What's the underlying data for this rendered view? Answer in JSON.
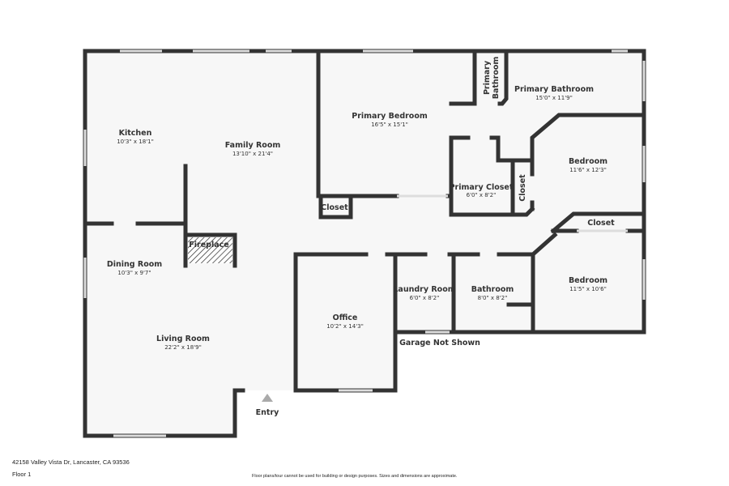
{
  "rooms": {
    "kitchen": {
      "name": "Kitchen",
      "dim": "10'3\" x 18'1\""
    },
    "family": {
      "name": "Family Room",
      "dim": "13'10\" x 21'4\""
    },
    "primary_bedroom": {
      "name": "Primary Bedroom",
      "dim": "16'5\" x 15'1\""
    },
    "primary_bath_small": {
      "line1": "Primary",
      "line2": "Bathroom"
    },
    "primary_bath": {
      "name": "Primary Bathroom",
      "dim": "15'0\" x 11'9\""
    },
    "bedroom1": {
      "name": "Bedroom",
      "dim": "11'6\" x 12'3\""
    },
    "primary_closet": {
      "name": "Primary Closet",
      "dim": "6'0\" x 8'2\""
    },
    "closet_small": {
      "name": "Closet"
    },
    "closet_vertical": {
      "name": "Closet"
    },
    "closet_right": {
      "name": "Closet"
    },
    "fireplace": {
      "name": "Fireplace"
    },
    "dining": {
      "name": "Dining Room",
      "dim": "10'3\" x 9'7\""
    },
    "living": {
      "name": "Living Room",
      "dim": "22'2\" x 18'9\""
    },
    "office": {
      "name": "Office",
      "dim": "10'2\" x 14'3\""
    },
    "laundry": {
      "name": "Laundry Room",
      "dim": "6'0\" x 8'2\""
    },
    "bathroom": {
      "name": "Bathroom",
      "dim": "8'0\" x 8'2\""
    },
    "bedroom2": {
      "name": "Bedroom",
      "dim": "11'5\" x 10'6\""
    }
  },
  "garage_note": "Garage Not Shown",
  "entry": "Entry",
  "footer": {
    "address": "42158 Valley Vista Dr, Lancaster, CA 93536",
    "floor": "Floor 1",
    "disclaimer": "Floor plans/tour cannot be used for building or design purposes. Sizes and dimensions are approximate."
  },
  "colors": {
    "wall": "#333333",
    "floor": "#f7f7f7"
  }
}
